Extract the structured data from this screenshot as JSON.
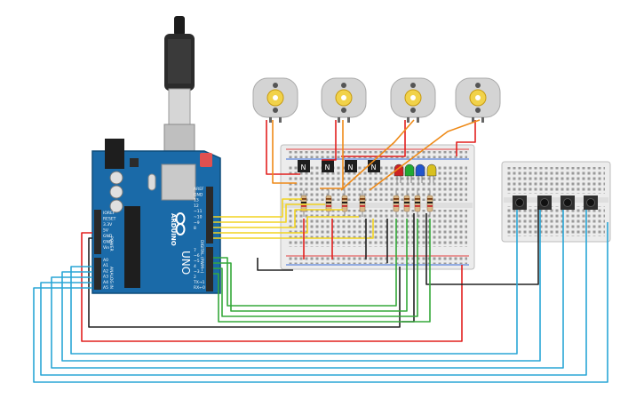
{
  "arduino": {
    "brand_text": "ARDUINO",
    "model_text": "UNO",
    "digital_label": "DIGITAL (PWM~)",
    "power_label": "POWER",
    "analog_label": "ANALOG IN",
    "power_pins": [
      "IOREF",
      "RESET",
      "3.3V",
      "5V",
      "GND",
      "GND",
      "Vin"
    ],
    "analog_pins": [
      "A0",
      "A1",
      "A2",
      "A3",
      "A4",
      "A5"
    ],
    "top_pins": [
      "AREF",
      "GND",
      "13",
      "12",
      "~11",
      "~10",
      "~9",
      "8"
    ],
    "digital_pins": [
      "7",
      "~6",
      "~5",
      "4",
      "~3",
      "2",
      "TX→1",
      "RX←0"
    ]
  },
  "transistor_labels": [
    "N",
    "N",
    "N",
    "N"
  ],
  "led_colors": [
    "#cc2222",
    "#22aa33",
    "#2255cc",
    "#d8c020"
  ],
  "wire_colors": {
    "yellow": "#f2d320",
    "red": "#e2201f",
    "black": "#222222",
    "green": "#35a83a",
    "blue": "#2aa6d6",
    "orange": "#ee8a18"
  },
  "motor_count": 4,
  "button_count": 4
}
